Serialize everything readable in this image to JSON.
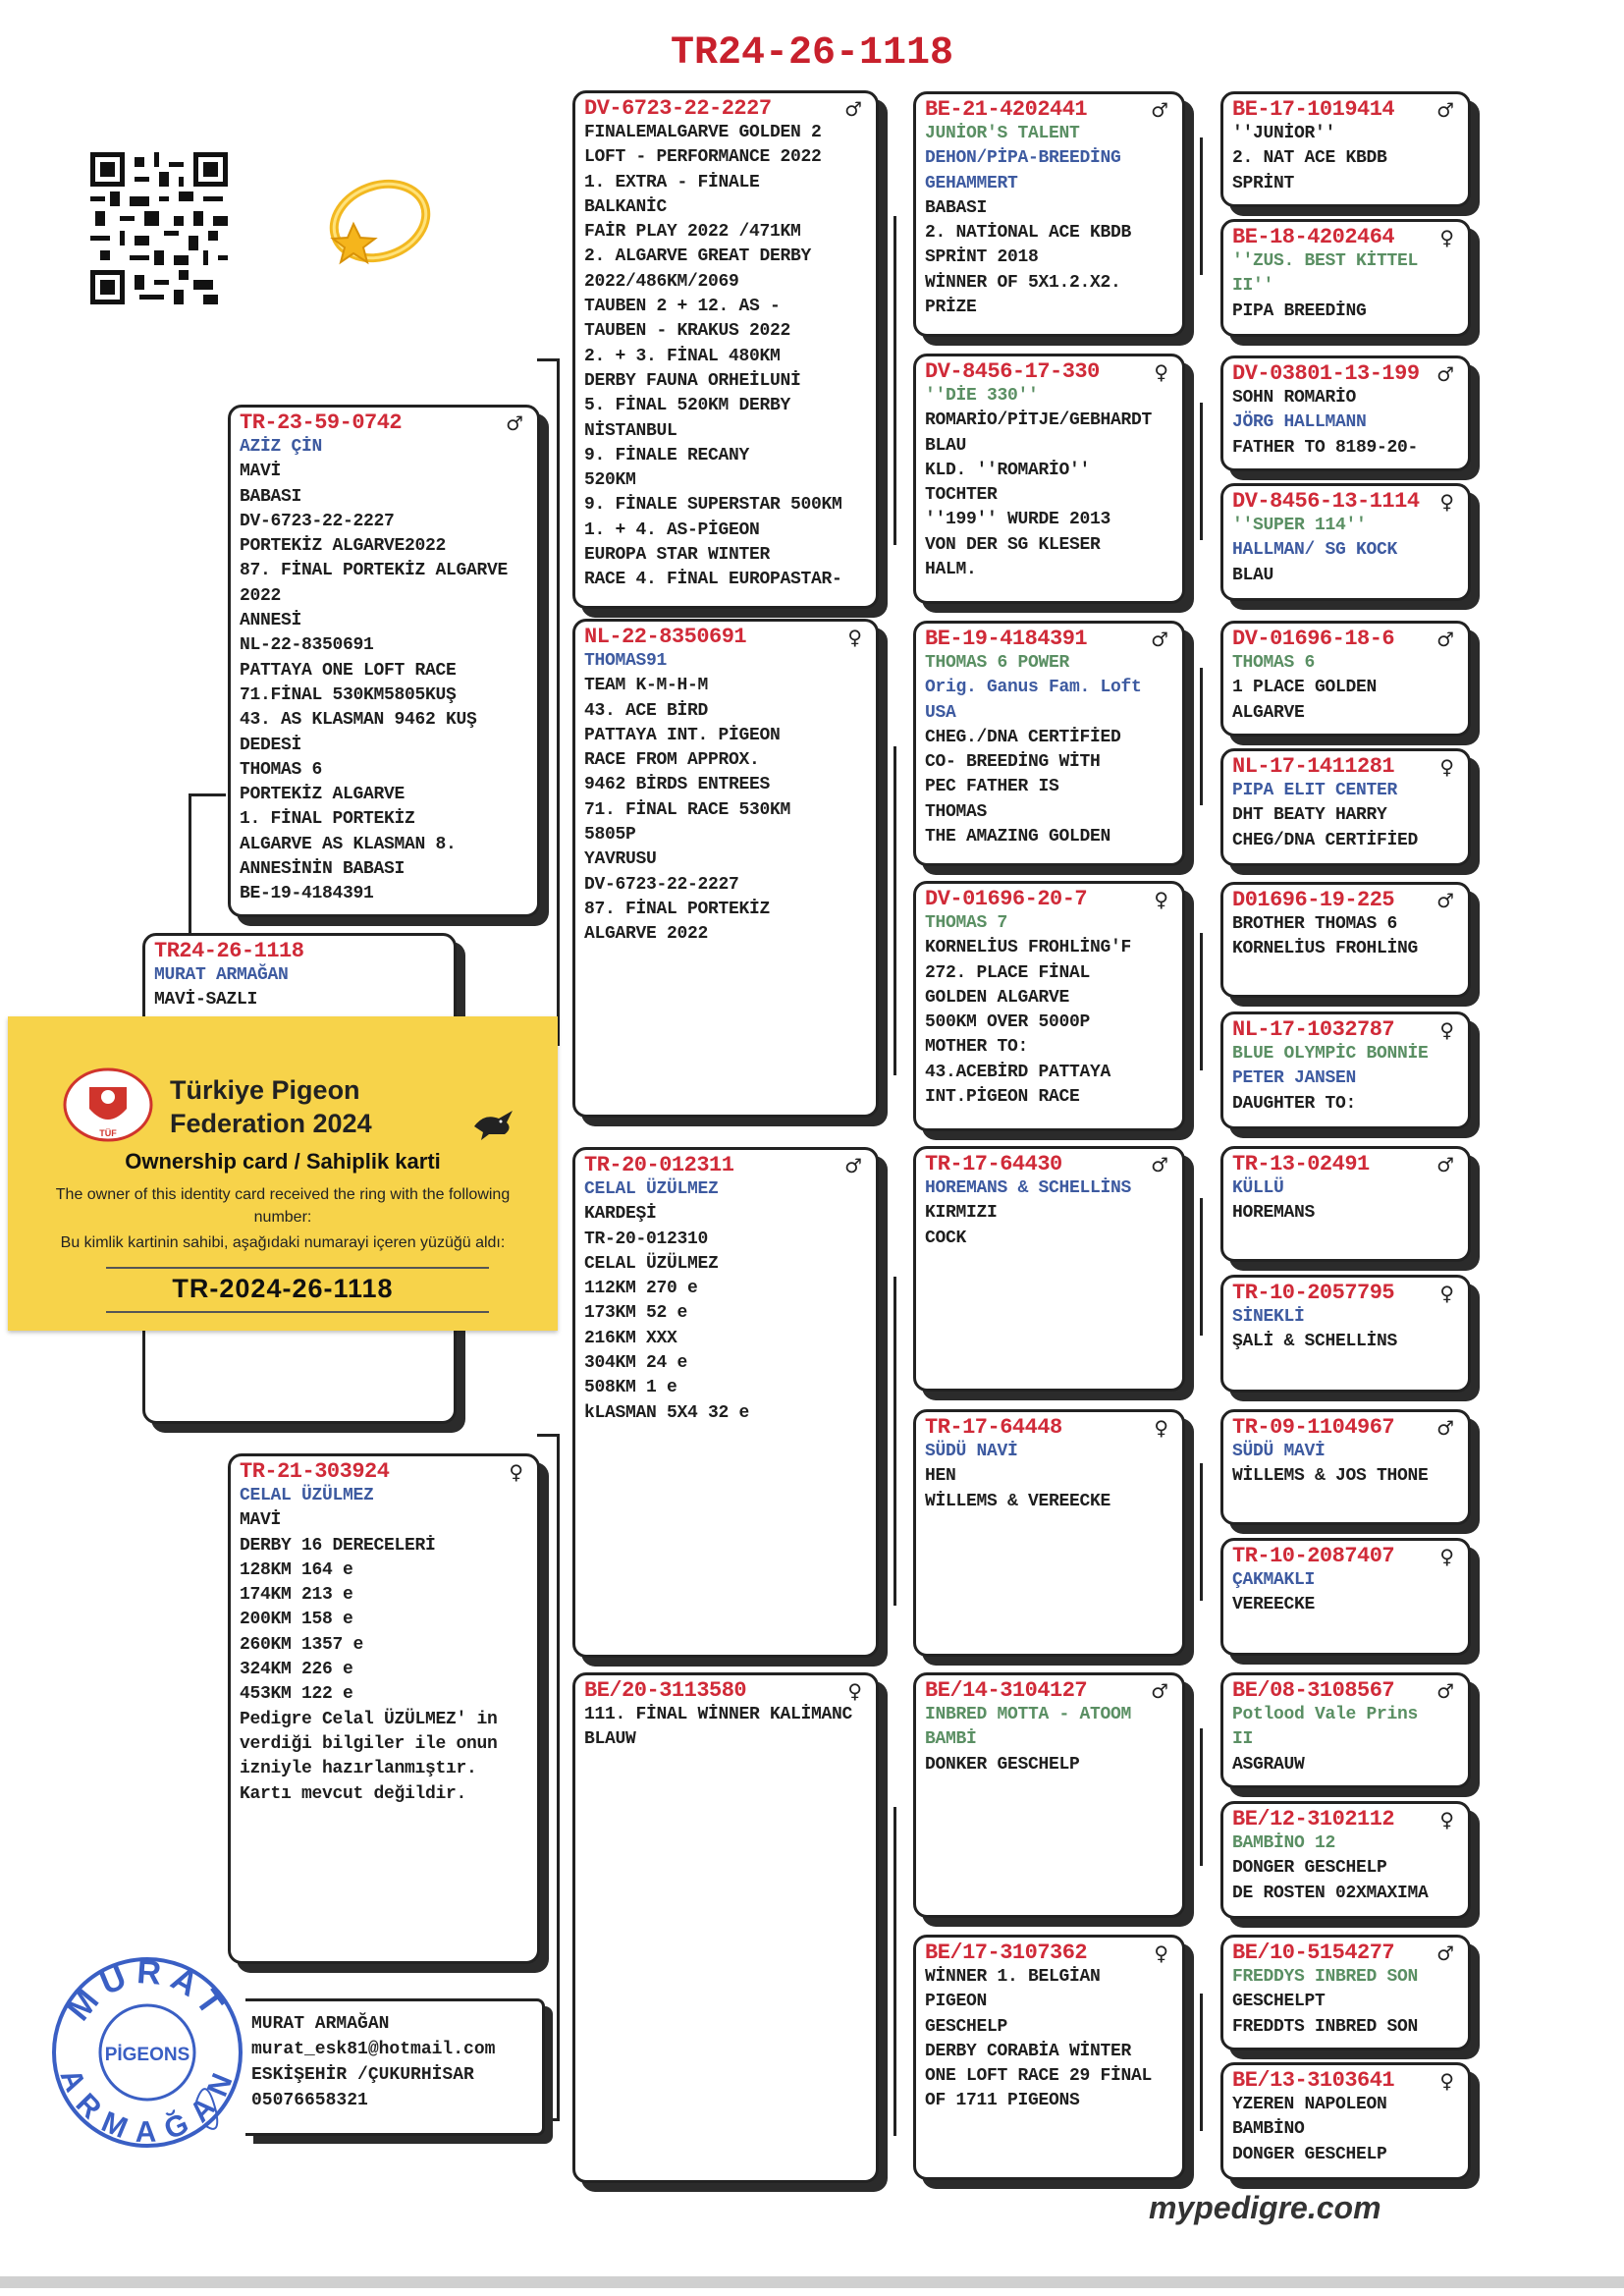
{
  "title": "TR24-26-1118",
  "subject": {
    "ring": "TR24-26-1118",
    "lines": [
      {
        "t": "MURAT ARMAĞAN",
        "c": "blue"
      },
      {
        "t": "MAVİ-SAZLI"
      }
    ]
  },
  "sire": {
    "ring": "TR-23-59-0742",
    "sex": "♂",
    "lines": [
      {
        "t": "AZİZ ÇİN",
        "c": "blue"
      },
      {
        "t": "MAVİ"
      },
      {
        "t": "BABASI"
      },
      {
        "t": "DV-6723-22-2227"
      },
      {
        "t": "PORTEKİZ ALGARVE2022"
      },
      {
        "t": "87. FİNAL PORTEKİZ ALGARVE"
      },
      {
        "t": "2022"
      },
      {
        "t": "ANNESİ"
      },
      {
        "t": "NL-22-8350691"
      },
      {
        "t": "PATTAYA ONE LOFT RACE"
      },
      {
        "t": "71.FİNAL  530KM5805KUŞ"
      },
      {
        "t": "43. AS KLASMAN 9462 KUŞ"
      },
      {
        "t": "DEDESİ"
      },
      {
        "t": "THOMAS 6"
      },
      {
        "t": "PORTEKİZ ALGARVE"
      },
      {
        "t": "1. FİNAL PORTEKİZ"
      },
      {
        "t": "ALGARVE AS KLASMAN 8."
      },
      {
        "t": "ANNESİNİN BABASI"
      },
      {
        "t": "BE-19-4184391"
      }
    ]
  },
  "dam": {
    "ring": "TR-21-303924",
    "sex": "♀",
    "lines": [
      {
        "t": "CELAL ÜZÜLMEZ",
        "c": "blue"
      },
      {
        "t": "MAVİ"
      },
      {
        "t": "DERBY 16 DERECELERİ"
      },
      {
        "t": "128KM 164 e"
      },
      {
        "t": "174KM 213 e"
      },
      {
        "t": "200KM 158 e"
      },
      {
        "t": "260KM 1357 e"
      },
      {
        "t": "324KM 226 e"
      },
      {
        "t": "453KM 122 e"
      },
      {
        "t": "Pedigre Celal ÜZÜLMEZ' in"
      },
      {
        "t": "verdiği bilgiler ile onun"
      },
      {
        "t": "izniyle hazırlanmıştır."
      },
      {
        "t": "Kartı mevcut değildir."
      }
    ]
  },
  "gen2": [
    {
      "ring": "DV-6723-22-2227",
      "sex": "♂",
      "lines": [
        {
          "t": "FINALEMALGARVE GOLDEN 2"
        },
        {
          "t": "LOFT - PERFORMANCE 2022"
        },
        {
          "t": "1. EXTRA - FİNALE"
        },
        {
          "t": "BALKANİC"
        },
        {
          "t": "FAİR PLAY 2022 /471KM"
        },
        {
          "t": "2. ALGARVE GREAT DERBY"
        },
        {
          "t": "2022/486KM/2069"
        },
        {
          "t": "TAUBEN 2 + 12. AS -"
        },
        {
          "t": "TAUBEN - KRAKUS 2022"
        },
        {
          "t": "2. + 3. FİNAL 480KM"
        },
        {
          "t": "DERBY FAUNA ORHEİLUNİ"
        },
        {
          "t": "5. FİNAL 520KM DERBY"
        },
        {
          "t": "NİSTANBUL"
        },
        {
          "t": "9. FİNALE RECANY"
        },
        {
          "t": "520KM"
        },
        {
          "t": "9. FİNALE SUPERSTAR 500KM"
        },
        {
          "t": "1. + 4. AS-PİGEON"
        },
        {
          "t": "EUROPA STAR WINTER"
        },
        {
          "t": "RACE 4. FİNAL EUROPASTAR-"
        }
      ]
    },
    {
      "ring": "NL-22-8350691",
      "sex": "♀",
      "lines": [
        {
          "t": "THOMAS91",
          "c": "blue"
        },
        {
          "t": "TEAM K-M-H-M"
        },
        {
          "t": "43. ACE BİRD"
        },
        {
          "t": "PATTAYA INT. PİGEON"
        },
        {
          "t": "RACE FROM APPROX."
        },
        {
          "t": "9462 BİRDS ENTREES"
        },
        {
          "t": "71. FİNAL RACE 530KM"
        },
        {
          "t": "5805P"
        },
        {
          "t": "YAVRUSU"
        },
        {
          "t": "DV-6723-22-2227"
        },
        {
          "t": "87. FİNAL PORTEKİZ"
        },
        {
          "t": "ALGARVE 2022"
        }
      ]
    },
    {
      "ring": "TR-20-012311",
      "sex": "♂",
      "lines": [
        {
          "t": "CELAL ÜZÜLMEZ",
          "c": "blue"
        },
        {
          "t": "KARDEŞİ"
        },
        {
          "t": "TR-20-012310"
        },
        {
          "t": "CELAL ÜZÜLMEZ"
        },
        {
          "t": "112KM 270 e"
        },
        {
          "t": "173KM 52 e"
        },
        {
          "t": "216KM XXX"
        },
        {
          "t": "304KM 24 e"
        },
        {
          "t": "508KM 1 e"
        },
        {
          "t": "kLASMAN 5X4   32 e"
        }
      ]
    },
    {
      "ring": "BE/20-3113580",
      "sex": "♀",
      "lines": [
        {
          "t": "111. FİNAL WİNNER KALİMANC"
        },
        {
          "t": "BLAUW"
        }
      ]
    }
  ],
  "gen3": [
    {
      "ring": "BE-21-4202441",
      "sex": "♂",
      "lines": [
        {
          "t": "JUNİOR'S TALENT",
          "c": "green"
        },
        {
          "t": "DEHON/PİPA-BREEDİNG",
          "c": "blue"
        },
        {
          "t": "GEHAMMERT",
          "c": "blue"
        },
        {
          "t": "BABASI"
        },
        {
          "t": "2. NATİONAL ACE KBDB"
        },
        {
          "t": "SPRİNT 2018"
        },
        {
          "t": "WİNNER OF 5X1.2.X2."
        },
        {
          "t": "PRİZE"
        }
      ]
    },
    {
      "ring": "DV-8456-17-330",
      "sex": "♀",
      "lines": [
        {
          "t": "''DİE 330''",
          "c": "green"
        },
        {
          "t": "ROMARİO/PİTJE/GEBHARDT"
        },
        {
          "t": "BLAU"
        },
        {
          "t": "KLD. ''ROMARİO''"
        },
        {
          "t": "TOCHTER"
        },
        {
          "t": "''199'' WURDE 2013"
        },
        {
          "t": "VON DER SG KLESER"
        },
        {
          "t": "HALM."
        }
      ]
    },
    {
      "ring": "BE-19-4184391",
      "sex": "♂",
      "lines": [
        {
          "t": "THOMAS 6 POWER",
          "c": "green"
        },
        {
          "t": "Orig. Ganus Fam. Loft",
          "c": "blue"
        },
        {
          "t": "USA",
          "c": "blue"
        },
        {
          "t": "CHEG./DNA CERTİFİED"
        },
        {
          "t": "CO- BREEDİNG WİTH"
        },
        {
          "t": "PEC FATHER IS"
        },
        {
          "t": "THOMAS"
        },
        {
          "t": "THE AMAZING GOLDEN"
        }
      ]
    },
    {
      "ring": "DV-01696-20-7",
      "sex": "♀",
      "lines": [
        {
          "t": "THOMAS 7",
          "c": "green"
        },
        {
          "t": "KORNELİUS FROHLİNG'F"
        },
        {
          "t": "272. PLACE FİNAL"
        },
        {
          "t": "GOLDEN ALGARVE"
        },
        {
          "t": "500KM OVER 5000P"
        },
        {
          "t": "MOTHER TO:"
        },
        {
          "t": "43.ACEBİRD PATTAYA"
        },
        {
          "t": "INT.PİGEON RACE"
        }
      ]
    },
    {
      "ring": "TR-17-64430",
      "sex": "♂",
      "lines": [
        {
          "t": "HOREMANS & SCHELLİNS",
          "c": "blue"
        },
        {
          "t": "KIRMIZI"
        },
        {
          "t": "COCK"
        }
      ]
    },
    {
      "ring": "TR-17-64448",
      "sex": "♀",
      "lines": [
        {
          "t": "SÜDÜ NAVİ",
          "c": "blue"
        },
        {
          "t": "HEN"
        },
        {
          "t": "WİLLEMS & VEREECKE"
        }
      ]
    },
    {
      "ring": "BE/14-3104127",
      "sex": "♂",
      "lines": [
        {
          "t": "INBRED MOTTA - ATOOM",
          "c": "green"
        },
        {
          "t": "BAMBİ",
          "c": "green"
        },
        {
          "t": "DONKER GESCHELP"
        }
      ]
    },
    {
      "ring": "BE/17-3107362",
      "sex": "♀",
      "lines": [
        {
          "t": "WİNNER 1. BELGİAN"
        },
        {
          "t": "PIGEON"
        },
        {
          "t": "GESCHELP"
        },
        {
          "t": "DERBY CORABİA WİNTER"
        },
        {
          "t": "ONE LOFT RACE 29 FİNAL"
        },
        {
          "t": "OF 1711 PIGEONS"
        }
      ]
    }
  ],
  "gen4": [
    {
      "ring": "BE-17-1019414",
      "sex": "♂",
      "lines": [
        {
          "t": "''JUNİOR''"
        },
        {
          "t": "2. NAT ACE KBDB"
        },
        {
          "t": "SPRİNT"
        }
      ]
    },
    {
      "ring": "BE-18-4202464",
      "sex": "♀",
      "lines": [
        {
          "t": "''ZUS. BEST KİTTEL",
          "c": "green"
        },
        {
          "t": "II''",
          "c": "green"
        },
        {
          "t": "PIPA BREEDİNG"
        }
      ]
    },
    {
      "ring": "DV-03801-13-199",
      "sex": "♂",
      "lines": [
        {
          "t": "SOHN ROMARİO"
        },
        {
          "t": "JÖRG HALLMANN",
          "c": "blue"
        },
        {
          "t": "FATHER TO 8189-20-"
        }
      ]
    },
    {
      "ring": "DV-8456-13-1114",
      "sex": "♀",
      "lines": [
        {
          "t": "''SUPER 114''",
          "c": "green"
        },
        {
          "t": "HALLMAN/ SG KOCK",
          "c": "blue"
        },
        {
          "t": "BLAU"
        }
      ]
    },
    {
      "ring": "DV-01696-18-6",
      "sex": "♂",
      "lines": [
        {
          "t": "THOMAS 6",
          "c": "green"
        },
        {
          "t": "1 PLACE GOLDEN"
        },
        {
          "t": "ALGARVE"
        }
      ]
    },
    {
      "ring": "NL-17-1411281",
      "sex": "♀",
      "lines": [
        {
          "t": "PIPA ELIT CENTER",
          "c": "blue"
        },
        {
          "t": "DHT BEATY HARRY"
        },
        {
          "t": "CHEG/DNA CERTİFİED"
        }
      ]
    },
    {
      "ring": "D01696-19-225",
      "sex": "♂",
      "lines": [
        {
          "t": "BROTHER THOMAS 6"
        },
        {
          "t": "KORNELİUS FROHLİNG"
        }
      ]
    },
    {
      "ring": "NL-17-1032787",
      "sex": "♀",
      "lines": [
        {
          "t": "BLUE OLYMPİC BONNİE",
          "c": "green"
        },
        {
          "t": "PETER JANSEN",
          "c": "blue"
        },
        {
          "t": "DAUGHTER TO:"
        }
      ]
    },
    {
      "ring": "TR-13-02491",
      "sex": "♂",
      "lines": [
        {
          "t": "KÜLLÜ",
          "c": "blue"
        },
        {
          "t": "HOREMANS"
        }
      ]
    },
    {
      "ring": "TR-10-2057795",
      "sex": "♀",
      "lines": [
        {
          "t": "SİNEKLİ",
          "c": "blue"
        },
        {
          "t": "ŞALİ & SCHELLİNS"
        }
      ]
    },
    {
      "ring": "TR-09-1104967",
      "sex": "♂",
      "lines": [
        {
          "t": "SÜDÜ MAVİ",
          "c": "blue"
        },
        {
          "t": "WİLLEMS & JOS THONE"
        }
      ]
    },
    {
      "ring": "TR-10-2087407",
      "sex": "♀",
      "lines": [
        {
          "t": "ÇAKMAKLI",
          "c": "blue"
        },
        {
          "t": "VEREECKE"
        }
      ]
    },
    {
      "ring": "BE/08-3108567",
      "sex": "♂",
      "lines": [
        {
          "t": "Potlood Vale Prins",
          "c": "green"
        },
        {
          "t": "II",
          "c": "green"
        },
        {
          "t": "ASGRAUW"
        }
      ]
    },
    {
      "ring": "BE/12-3102112",
      "sex": "♀",
      "lines": [
        {
          "t": "BAMBİNO 12",
          "c": "green"
        },
        {
          "t": "DONGER GESCHELP"
        },
        {
          "t": "DE ROSTEN 02XMAXIMA"
        }
      ]
    },
    {
      "ring": "BE/10-5154277",
      "sex": "♂",
      "lines": [
        {
          "t": "FREDDYS INBRED SON",
          "c": "green"
        },
        {
          "t": "GESCHELPT"
        },
        {
          "t": "FREDDTS INBRED SON"
        }
      ]
    },
    {
      "ring": "BE/13-3103641",
      "sex": "♀",
      "lines": [
        {
          "t": "YZEREN NAPOLEON"
        },
        {
          "t": "BAMBİNO"
        },
        {
          "t": "DONGER GESCHELP"
        }
      ]
    }
  ],
  "ownership": {
    "org_line1": "Türkiye Pigeon",
    "org_line2": "Federation 2024",
    "card_title": "Ownership card / Sahiplik karti",
    "text_en": "The owner of this identity card received the ring with the following number:",
    "text_tr": "Bu kimlik kartinin sahibi, aşağıdaki numarayi içeren yüzüğü aldı:",
    "ring_number": "TR-2024-26-1118",
    "logo_text": "TÜF"
  },
  "stamp": {
    "top": "MURAT",
    "middle": "PİGEONS",
    "bottom": "ARMAĞAN"
  },
  "contact": {
    "name": "MURAT ARMAĞAN",
    "email": "murat_esk81@hotmail.com",
    "location": "ESKİŞEHİR /ÇUKURHİSAR",
    "phone": "05076658321"
  },
  "footer": "mypedigre.com",
  "colors": {
    "ring_red": "#d02a38",
    "name_blue": "#3d5aa0",
    "name_green": "#5a8f63",
    "card_yellow": "#f7d34a"
  }
}
